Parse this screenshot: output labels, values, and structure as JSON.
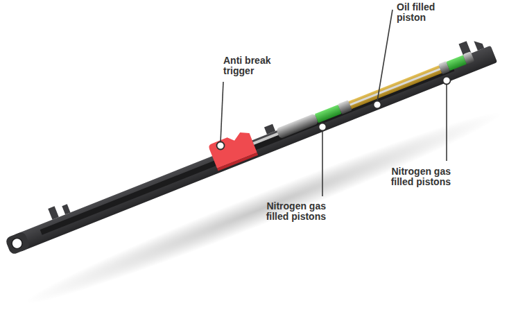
{
  "diagram": {
    "labels": [
      "Oil filled piston",
      "Anti break trigger",
      "Nitrogen gas filled pistons",
      "Nitrogen gas filled pistons"
    ]
  }
}
